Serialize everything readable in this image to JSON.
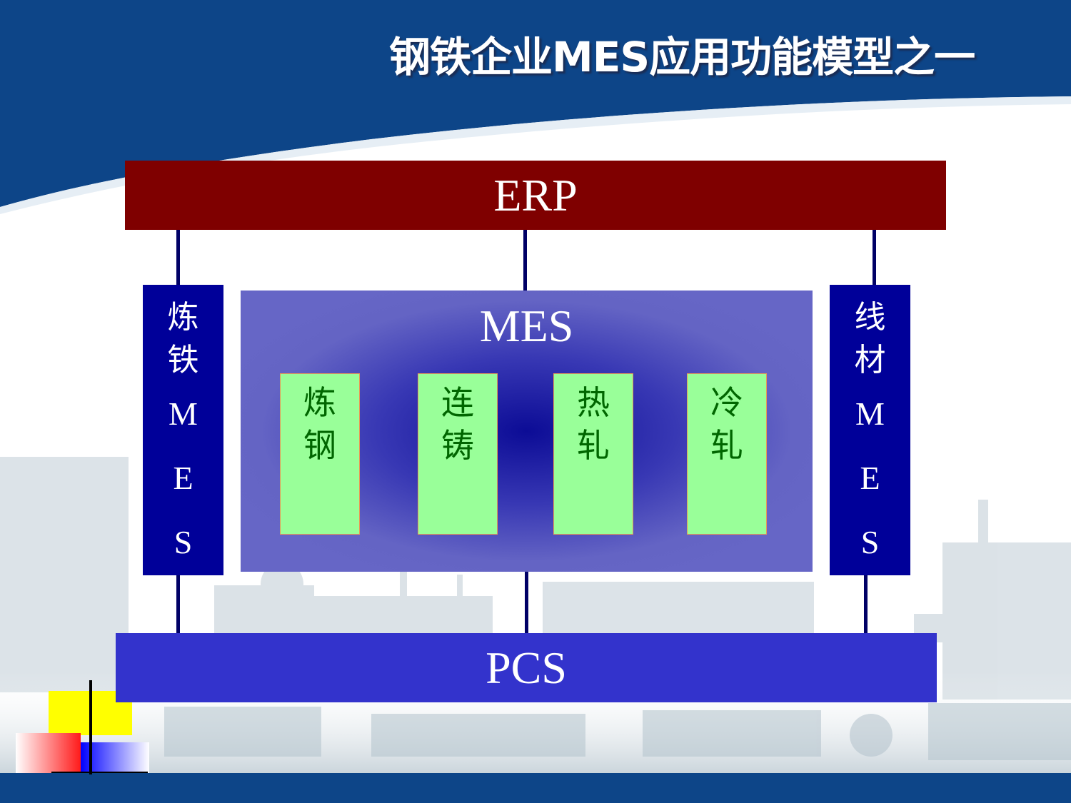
{
  "title": "钢铁企业MES应用功能模型之一",
  "erp": {
    "label": "ERP"
  },
  "pcs": {
    "label": "PCS"
  },
  "mes": {
    "label": "MES",
    "modules": [
      {
        "char1": "炼",
        "char2": "钢"
      },
      {
        "char1": "连",
        "char2": "铸"
      },
      {
        "char1": "热",
        "char2": "轧"
      },
      {
        "char1": "冷",
        "char2": "轧"
      }
    ]
  },
  "side_left": {
    "char1": "炼",
    "char2": "铁",
    "l1": "M",
    "l2": "E",
    "l3": "S"
  },
  "side_right": {
    "char1": "线",
    "char2": "材",
    "l1": "M",
    "l2": "E",
    "l3": "S"
  },
  "colors": {
    "erp": "#7f0000",
    "pcs": "#3333cc",
    "side_mes": "#000099",
    "module_fill": "#99ff99",
    "module_text": "#006600",
    "header_blue": "#0d4588"
  }
}
